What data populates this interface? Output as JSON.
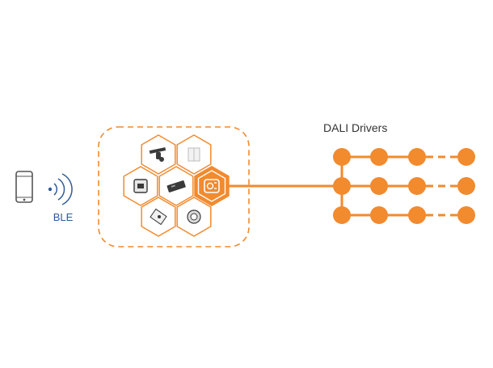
{
  "colors": {
    "accent": "#f28a2e",
    "phone": "#555555",
    "ble": "#2e5a9c",
    "text": "#333333"
  },
  "icons": {
    "phone": "smartphone-icon",
    "signal": "bluetooth-signal-icon",
    "gateway": "dali-gateway-icon",
    "hub_devices": [
      "spotlight-icon",
      "wall-switch-icon",
      "control-module-icon",
      "power-supply-icon",
      "gateway-controller-icon",
      "sensor-icon",
      "downlight-icon"
    ]
  },
  "labels": {
    "ble": "BLE",
    "dali_drivers": "DALI Drivers"
  },
  "dali_network": {
    "rows": 3,
    "nodes_per_row": 4
  }
}
